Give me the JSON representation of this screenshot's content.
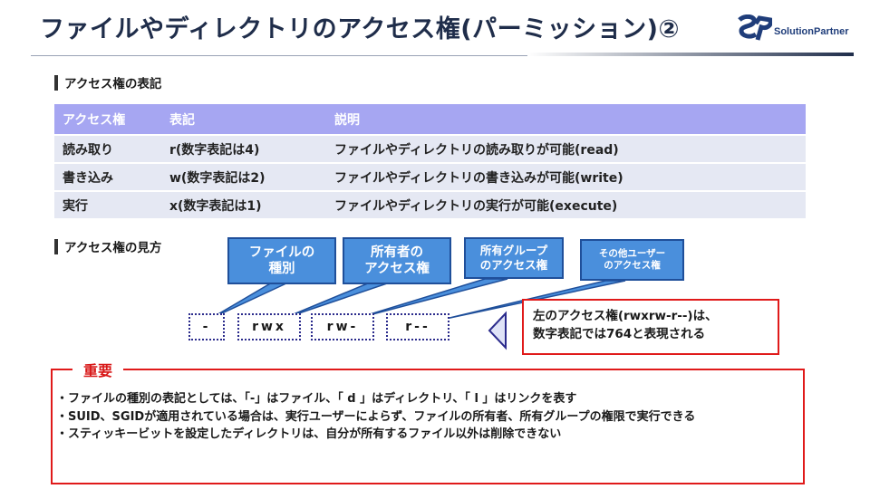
{
  "slide": {
    "title": "ファイルやディレクトリのアクセス権(パーミッション)②",
    "logo_text": "SolutionPartner"
  },
  "section1": {
    "heading": "アクセス権の表記"
  },
  "table": {
    "headers": [
      "アクセス権",
      "表記",
      "説明"
    ],
    "rows": [
      [
        "読み取り",
        "r(数字表記は4)",
        "ファイルやディレクトリの読み取りが可能(read)"
      ],
      [
        "書き込み",
        "w(数字表記は2)",
        "ファイルやディレクトリの書き込みが可能(write)"
      ],
      [
        "実行",
        "x(数字表記は1)",
        "ファイルやディレクトリの実行が可能(execute)"
      ]
    ]
  },
  "section2": {
    "heading": "アクセス権の見方"
  },
  "callouts": [
    {
      "line1": "ファイルの",
      "line2": "種別"
    },
    {
      "line1": "所有者の",
      "line2": "アクセス権"
    },
    {
      "line1": "所有グループ",
      "line2": "のアクセス権"
    },
    {
      "line1": "その他ユーザー",
      "line2": "のアクセス権"
    }
  ],
  "permission_parts": [
    "-",
    "rwx",
    "rw-",
    "r--"
  ],
  "explanation": {
    "line1": "左のアクセス権(rwxrw-r--)は、",
    "line2": "数字表記では764と表現される"
  },
  "important": {
    "label": "重要",
    "lines": [
      "・ファイルの種別の表記としては、「-」はファイル、「 d 」はディレクトリ、「 l 」はリンクを表す",
      "・SUID、SGIDが適用されている場合は、実行ユーザーによらず、ファイルの所有者、所有グループの権限で実行できる",
      "・スティッキービットを設定したディレクトリは、自分が所有するファイル以外は削除できない"
    ]
  },
  "colors": {
    "table_header": "#a6a6f2",
    "table_row": "#e5e8f3",
    "callout": "#4a8fdc",
    "alert_border": "#e01a1a",
    "title_text": "#1f2d4a"
  }
}
